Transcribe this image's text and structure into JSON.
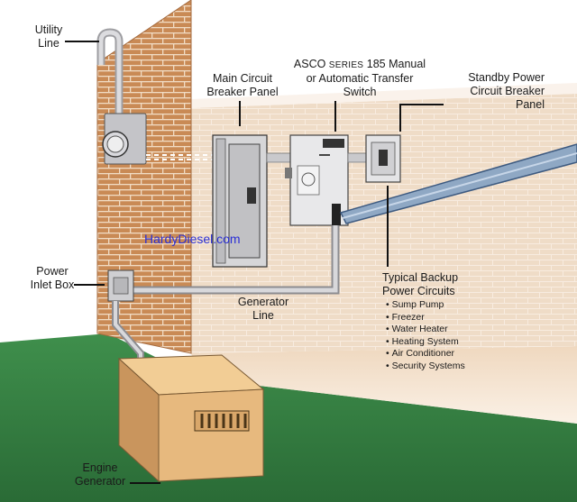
{
  "diagram": {
    "watermark": "HardyDiesel.com",
    "labels": {
      "utility_line": "Utility\nLine",
      "main_panel": "Main Circuit\nBreaker Panel",
      "ats_prefix": "ASCO ",
      "ats_series": "Series",
      "ats_suffix": " 185 Manual",
      "ats_line2": "or Automatic Transfer",
      "ats_line3": "Switch",
      "standby_panel": "Standby Power\nCircuit Breaker\nPanel",
      "power_inlet_box": "Power\nInlet Box",
      "generator_line": "Generator\nLine",
      "backup_circuits_title": "Typical Backup\nPower Circuits",
      "engine_generator": "Engine\nGenerator"
    },
    "backup_circuits": [
      "Sump Pump",
      "Freezer",
      "Water Heater",
      "Heating System",
      "Air Conditioner",
      "Security Systems"
    ]
  },
  "colors": {
    "brick": "#c98a55",
    "mortar": "#f1dcc4",
    "wall_back": "#efdcc7",
    "grass": "#2f7a3e",
    "generator": "#e7b97e",
    "conduit": "#c9c9cc",
    "watermark": "#2a2fd6"
  }
}
